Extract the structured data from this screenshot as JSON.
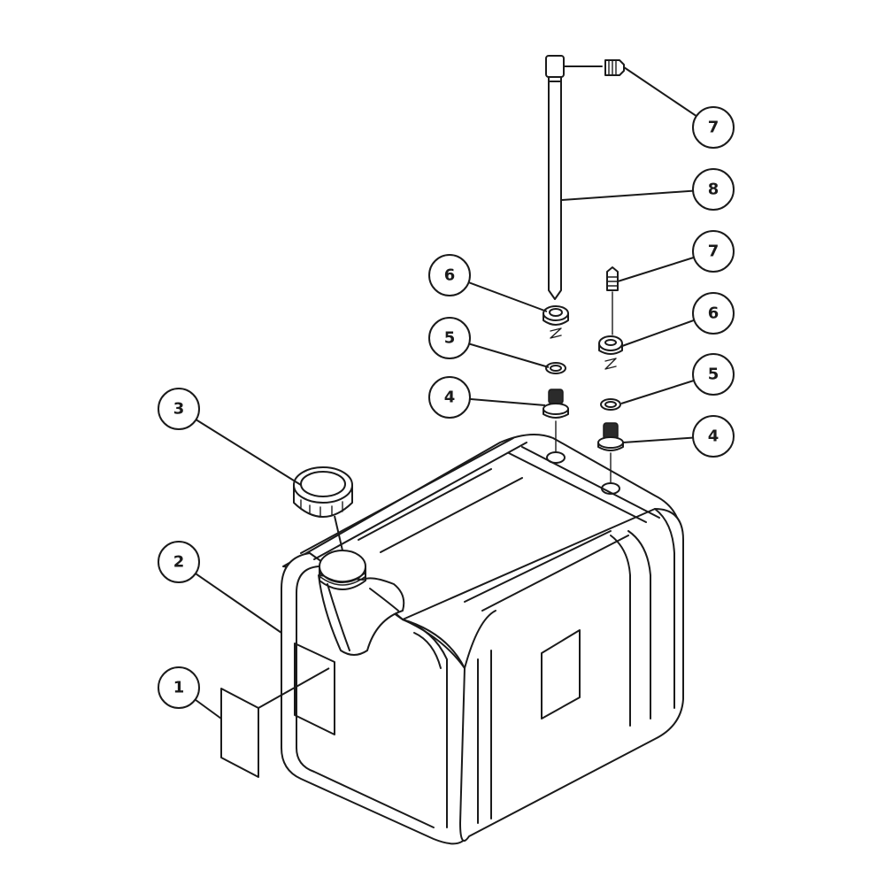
{
  "diagram": {
    "callouts": [
      {
        "id": "c1",
        "label": "1"
      },
      {
        "id": "c2",
        "label": "2"
      },
      {
        "id": "c3",
        "label": "3"
      },
      {
        "id": "c4a",
        "label": "4"
      },
      {
        "id": "c4b",
        "label": "4"
      },
      {
        "id": "c5a",
        "label": "5"
      },
      {
        "id": "c5b",
        "label": "5"
      },
      {
        "id": "c6a",
        "label": "6"
      },
      {
        "id": "c6b",
        "label": "6"
      },
      {
        "id": "c7a",
        "label": "7"
      },
      {
        "id": "c7b",
        "label": "7"
      },
      {
        "id": "c8",
        "label": "8"
      }
    ]
  }
}
